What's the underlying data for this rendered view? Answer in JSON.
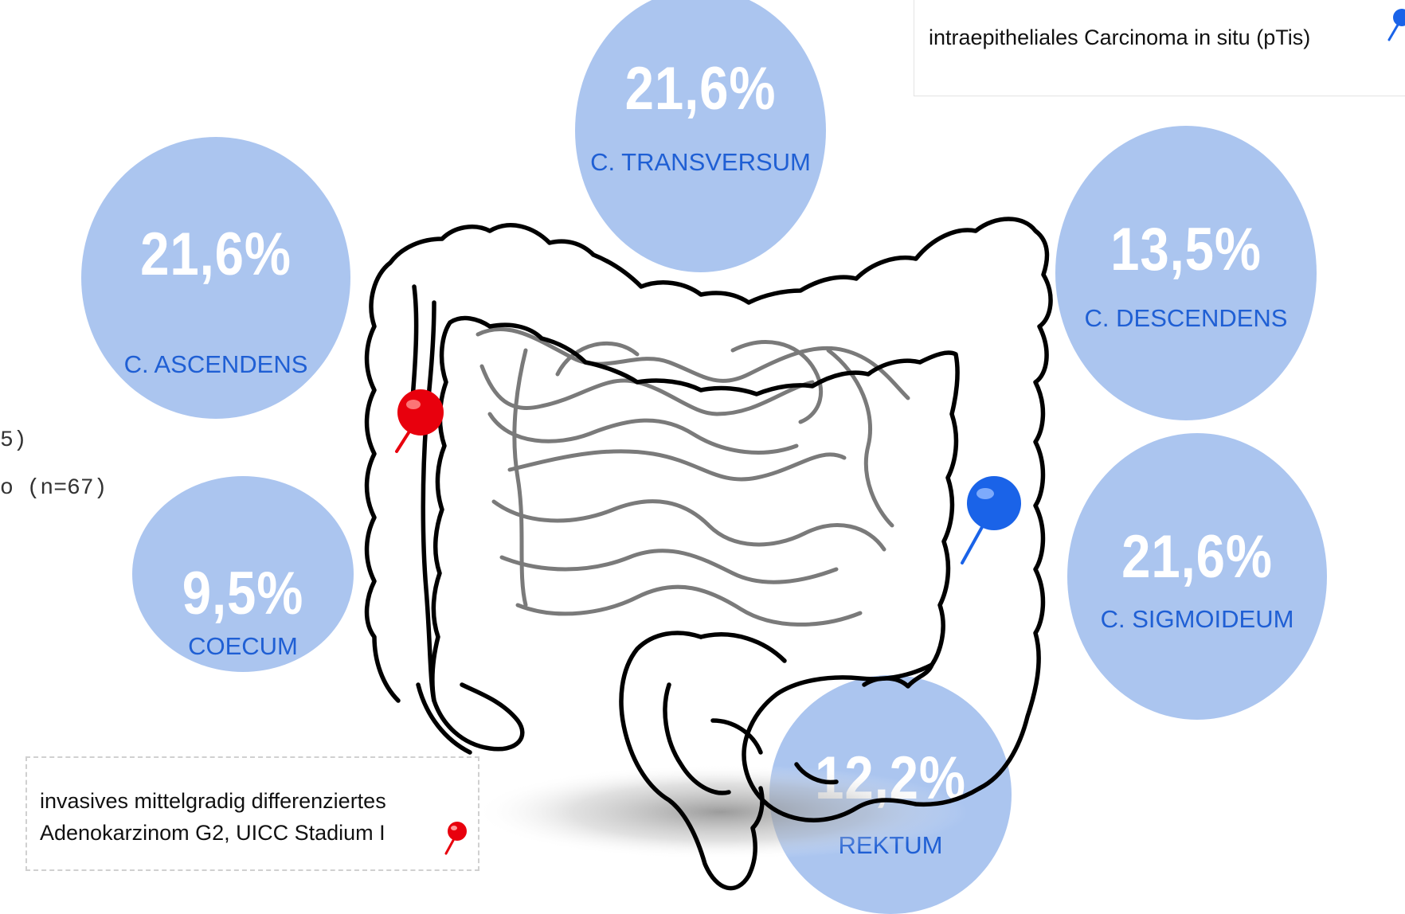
{
  "segments": {
    "transversum": {
      "percent": "21,6%",
      "label": "C. TRANSVERSUM"
    },
    "ascendens": {
      "percent": "21,6%",
      "label": "C. ASCENDENS"
    },
    "descendens": {
      "percent": "13,5%",
      "label": "C. DESCENDENS"
    },
    "coecum": {
      "percent": "9,5%",
      "label": "COECUM"
    },
    "sigmoideum": {
      "percent": "21,6%",
      "label": "C. SIGMOIDEUM"
    },
    "rektum": {
      "percent": "12,2%",
      "label": "REKTUM"
    }
  },
  "legend": {
    "blue_pin_text": "intraepitheliales Carcinoma in situ (pTis)",
    "red_pin_line1": "invasives mittelgradig differenziertes",
    "red_pin_line2": "Adenokarzinom G2, UICC Stadium I"
  },
  "cut_off_text": {
    "line1": "5)",
    "line2": "o (n=67)"
  },
  "colors": {
    "bubble": "#abc5ef",
    "label_blue": "#1f5fd4",
    "pin_red": "#e8000d",
    "pin_blue": "#1a63e8"
  },
  "icons": [
    "red-pin-icon",
    "blue-pin-icon"
  ]
}
